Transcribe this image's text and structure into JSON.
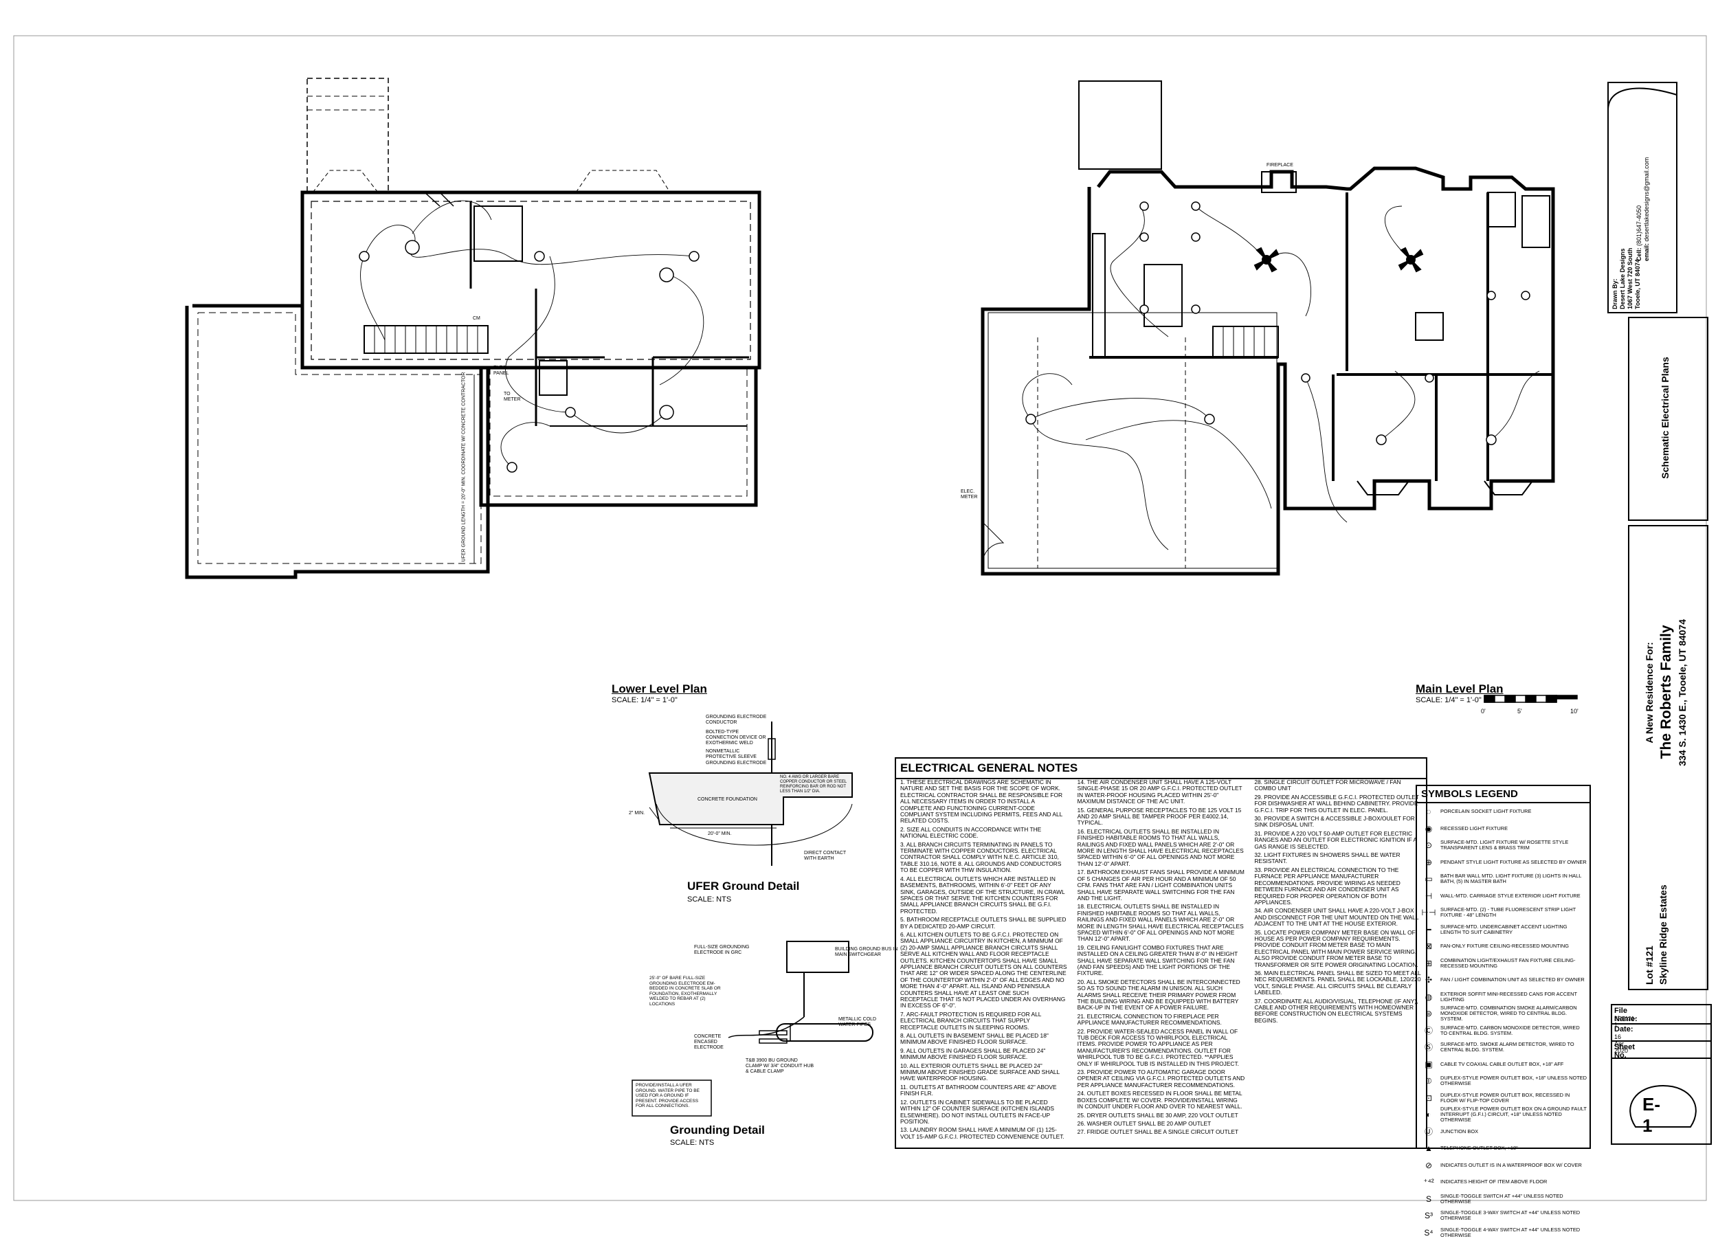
{
  "titles": {
    "lower_plan": "Lower Level Plan",
    "lower_scale": "SCALE:  1/4\" = 1'-0\"",
    "main_plan": "Main Level Plan",
    "main_scale": "SCALE:  1/4\" = 1'-0\"",
    "ufer": "UFER Ground Detail",
    "ufer_scale": "SCALE:   NTS",
    "grounding": "Grounding Detail",
    "grounding_scale": "SCALE:   NTS",
    "scalebar": [
      "0'",
      "5'",
      "10'"
    ]
  },
  "plan_labels": {
    "fireplace": "FIREPLACE",
    "elec_meter": "ELEC. METER",
    "elec_panel": "ELEC. PANEL",
    "ufer_note": "UFER GROUND LENGTH = 20'-0\" MIN.  COORDINATE W/ CONCRETE CONTRACTOR",
    "to_meter": "TO METER",
    "cm": "CM"
  },
  "ufer_labels": {
    "grounding_electrode_conductor": "GROUNDING ELECTRODE CONDUCTOR",
    "bolted_type": "BOLTED-TYPE CONNECTION DEVICE OR EXOTHERMIC WELD",
    "protective_sleeve": "NONMETALLIC PROTECTIVE SLEEVE",
    "grounding_electrode": "GROUNDING ELECTRODE",
    "concrete_foundation": "CONCRETE FOUNDATION",
    "no4": "NO. 4 AWG OR LARGER BARE COPPER CONDUCTOR OR STEEL REINFORCING BAR OR ROD NOT LESS THAN 1/2\" DIA.",
    "min2": "2\" MIN.",
    "min20": "20'-0\" MIN.",
    "direct_contact": "DIRECT CONTACT WITH EARTH"
  },
  "grounding_labels": {
    "full_size": "FULL-SIZE GROUNDING ELECTRODE IN GRC",
    "ground_bus": "BUILDING GROUND BUS IN MAIN SWITCHGEAR",
    "bare_copper": "25'-0\" OF BARE FULL-SIZE GROUNDING ELECTRODE EM-BEDDED IN CONCRETE SLAB OR FOUNDATION, EXOTHERMALLY WELDED TO REBAR AT (2) LOCATIONS",
    "concrete_encased": "CONCRETE ENCASED ELECTRODE",
    "metallic_pipe": "METALLIC COLD WATER PIPES",
    "clamp": "T&B 3900 BU GROUND CLAMP W/ 3/4\" CONDUIT HUB & CABLE CLAMP",
    "provide_ufer": "PROVIDE/INSTALL A UFER GROUND.  WATER PIPE TO BE USED FOR A GROUND IF PRESENT.  PROVIDE ACCESS FOR ALL CONNECTIONS."
  },
  "notes": {
    "title": "ELECTRICAL GENERAL NOTES",
    "items": [
      "1. THESE ELECTRICAL DRAWINGS ARE SCHEMATIC IN NATURE AND SET THE BASIS FOR THE SCOPE OF WORK. ELECTRICAL CONTRACTOR SHALL BE RESPONSIBLE FOR ALL NECESSARY ITEMS IN ORDER TO INSTALL A COMPLETE AND FUNCTIONING CURRENT-CODE COMPLIANT SYSTEM INCLUDING PERMITS, FEES AND ALL RELATED COSTS.",
      "2. SIZE ALL CONDUITS IN ACCORDANCE WITH THE NATIONAL ELECTRIC CODE.",
      "3. ALL BRANCH CIRCUITS TERMINATING IN PANELS TO TERMINATE WITH COPPER CONDUCTORS. ELECTRICAL CONTRACTOR SHALL COMPLY WITH N.E.C. ARTICLE 310, TABLE 310.16, NOTE 8. ALL GROUNDS AND CONDUCTORS TO BE COPPER WITH THW INSULATION.",
      "4. ALL ELECTRICAL OUTLETS WHICH ARE INSTALLED IN BASEMENTS, BATHROOMS, WITHIN 6'-0\" FEET OF ANY SINK, GARAGES, OUTSIDE OF THE STRUCTURE, IN CRAWL SPACES OR THAT SERVE THE KITCHEN COUNTERS FOR SMALL APPLIANCE BRANCH CIRCUITS SHALL BE G.F.I. PROTECTED.",
      "5. BATHROOM RECEPTACLE OUTLETS SHALL BE SUPPLIED BY A DEDICATED 20-AMP CIRCUIT.",
      "6. ALL KITCHEN OUTLETS TO BE G.F.C.I. PROTECTED ON SMALL APPLIANCE CIRCUITRY IN KITCHEN, A MINIMUM OF (2) 20-AMP SMALL APPLIANCE BRANCH CIRCUITS SHALL SERVE ALL KITCHEN WALL AND FLOOR RECEPTACLE OUTLETS. KITCHEN COUNTERTOPS SHALL HAVE SMALL APPLIANCE BRANCH CIRCUIT OUTLETS ON ALL COUNTERS THAT ARE 12\" OR WIDER SPACED ALONG THE CENTERLINE OF THE COUNTERTOP WITHIN 2'-0\" OF ALL EDGES AND NO MORE THAN 4'-0\" APART. ALL ISLAND AND PENINSULA COUNTERS SHALL HAVE AT LEAST ONE SUCH RECEPTACLE THAT IS NOT PLACED UNDER AN OVERHANG IN EXCESS OF 6\"-0\".",
      "7. ARC-FAULT PROTECTION IS REQUIRED FOR ALL ELECTRICAL BRANCH CIRCUITS THAT SUPPLY RECEPTACLE OUTLETS IN SLEEPING ROOMS.",
      "8. ALL OUTLETS IN BASEMENT SHALL BE PLACED 18\" MINIMUM ABOVE FINISHED FLOOR SURFACE.",
      "9. ALL OUTLETS IN GARAGES SHALL BE PLACED 24\" MINIMUM ABOVE FINISHED FLOOR SURFACE.",
      "10. ALL EXTERIOR OUTLETS SHALL BE PLACED 24\" MINIMUM ABOVE FINISHED GRADE SURFACE AND SHALL HAVE WATERPROOF HOUSING.",
      "11. OUTLETS AT BATHROOM COUNTERS ARE 42\" ABOVE FINISH FLR.",
      "12. OUTLETS IN CABINET SIDEWALLS TO BE PLACED WITHIN 12\" OF COUNTER SURFACE (KITCHEN ISLANDS ELSEWHERE). DO NOT INSTALL OUTLETS IN FACE-UP POSITION.",
      "13. LAUNDRY ROOM SHALL HAVE A MINIMUM OF (1) 125-VOLT 15-AMP G.F.C.I. PROTECTED CONVENIENCE OUTLET.",
      "14. THE AIR CONDENSER UNIT SHALL HAVE A 125-VOLT SINGLE-PHASE 15 OR 20 AMP G.F.C.I. PROTECTED OUTLET IN WATER-PROOF HOUSING PLACED WITHIN 25'-0\" MAXIMUM DISTANCE OF THE A/C UNIT.",
      "15. GENERAL PURPOSE RECEPTACLES TO BE 125 VOLT 15 AND 20 AMP SHALL BE TAMPER PROOF PER E4002.14, TYPICAL.",
      "16. ELECTRICAL OUTLETS SHALL BE INSTALLED IN FINISHED HABITABLE ROOMS TO THAT ALL WALLS, RAILINGS AND FIXED WALL PANELS WHICH ARE 2'-0\" OR MORE IN LENGTH SHALL HAVE ELECTRICAL RECEPTACLES SPACED WITHIN 6'-0\" OF ALL OPENINGS AND NOT MORE THAN 12'-0\" APART.",
      "17. BATHROOM EXHAUST FANS SHALL PROVIDE A MINIMUM OF 5 CHANGES OF AIR PER HOUR AND A MINIMUM OF 50 CFM. FANS THAT ARE FAN / LIGHT COMBINATION UNITS SHALL HAVE SEPARATE WALL SWITCHING FOR THE FAN AND THE LIGHT.",
      "18. ELECTRICAL OUTLETS SHALL BE INSTALLED IN FINISHED HABITABLE ROOMS SO THAT ALL WALLS, RAILINGS AND FIXED WALL PANELS WHICH ARE 2'-0\" OR MORE IN LENGTH SHALL HAVE ELECTRICAL RECEPTACLES SPACED WITHIN 6'-0\" OF ALL OPENINGS AND NOT MORE THAN 12'-0\" APART.",
      "19. CEILING FAN/LIGHT COMBO FIXTURES THAT ARE INSTALLED ON A CEILING GREATER THAN 8'-0\" IN HEIGHT SHALL HAVE SEPARATE WALL SWITCHING FOR THE FAN (AND FAN SPEEDS) AND THE LIGHT PORTIONS OF THE FIXTURE.",
      "20. ALL SMOKE DETECTORS SHALL BE INTERCONNECTED SO AS TO SOUND THE ALARM IN UNISON. ALL SUCH ALARMS SHALL RECEIVE THEIR PRIMARY POWER FROM THE BUILDING WIRING AND BE EQUIPPED WITH BATTERY BACK-UP IN THE EVENT OF A POWER FAILURE.",
      "21. ELECTRICAL CONNECTION TO FIREPLACE PER APPLIANCE MANUFACTURER RECOMMENDATIONS.",
      "22. PROVIDE WATER-SEALED ACCESS PANEL IN WALL OF TUB DECK FOR ACCESS TO WHIRLPOOL ELECTRICAL ITEMS. PROVIDE POWER TO APPLIANCE AS PER MANUFACTURER'S RECOMMENDATIONS. OUTLET FOR WHIRLPOOL TUB TO BE G.F.C.I. PROTECTED. **APPLIES ONLY IF WHIRLPOOL TUB IS INSTALLED IN THIS PROJECT.",
      "23. PROVIDE POWER TO AUTOMATIC GARAGE DOOR OPENER AT CEILING VIA G.F.C.I. PROTECTED OUTLETS AND PER APPLIANCE MANUFACTURER RECOMMENDATIONS.",
      "24. OUTLET BOXES RECESSED IN FLOOR SHALL BE METAL BOXES COMPLETE W/ COVER. PROVIDE/INSTALL WIRING IN CONDUIT UNDER FLOOR AND OVER TO NEAREST WALL.",
      "25. DRYER OUTLETS SHALL BE 30 AMP, 220 VOLT OUTLET",
      "26. WASHER OUTLET SHALL BE 20 AMP OUTLET",
      "27. FRIDGE OUTLET SHALL BE A SINGLE CIRCUIT OUTLET",
      "28. SINGLE CIRCUIT OUTLET FOR MICROWAVE / FAN COMBO UNIT",
      "29. PROVIDE AN ACCESSIBLE G.F.C.I. PROTECTED OUTLET FOR DISHWASHER AT WALL BEHIND CABINETRY. PROVIDE G.F.C.I. TRIP FOR THIS OUTLET IN ELEC. PANEL.",
      "30. PROVIDE A SWITCH & ACCESSIBLE J-BOX/OULET FOR SINK DISPOSAL UNIT.",
      "31. PROVIDE A 220 VOLT 50-AMP OUTLET FOR ELECTRIC RANGES AND AN OUTLET FOR ELECTRONIC IGNITION IF A GAS RANGE IS SELECTED.",
      "32. LIGHT FIXTURES IN SHOWERS SHALL BE WATER RESISTANT.",
      "33. PROVIDE AN ELECTRICAL CONNECTION TO THE FURNACE PER APPLIANCE MANUFACTURER RECOMMENDATIONS. PROVIDE WIRING AS NEEDED BETWEEN FURNACE AND AIR CONDENSER UNIT AS REQUIRED FOR PROPER OPERATION OF BOTH APPLIANCES.",
      "34. AIR CONDENSER UNIT SHALL HAVE A 220-VOLT J-BOX AND DISCONNECT FOR THE UNIT MOUNTED ON THE WALL ADJACENT TO THE UNIT AT THE HOUSE EXTERIOR.",
      "35. LOCATE POWER COMPANY METER BASE ON WALL OF HOUSE AS PER POWER COMPANY REQUIREMENTS. PROVIDE CONDUIT FROM METER BASE TO MAIN ELECTRICAL PANEL WITH MAIN POWER SERVICE WIRING. ALSO PROVIDE CONDUIT FROM METER BASE TO TRANSFORMER OR SITE POWER ORIGINATING LOCATION.",
      "36. MAIN ELECTRICAL PANEL SHALL BE SIZED TO MEET ALL NEC REQUIREMENTS. PANEL SHALL BE LOCKABLE, 120/220 VOLT, SINGLE PHASE. ALL CIRCUITS SHALL BE CLEARLY LABELED.",
      "37. COORDINATE ALL AUDIO/VISUAL, TELEPHONE (IF ANY), CABLE AND OTHER REQUIREMENTS WITH HOMEOWNER BEFORE CONSTRUCTION ON ELECTRICAL SYSTEMS BEGINS."
    ]
  },
  "legend": {
    "title": "SYMBOLS LEGEND",
    "items": [
      {
        "icon": "porcelain-socket-icon",
        "glyph": "◌",
        "text": "PORCELAIN SOCKET LIGHT FIXTURE"
      },
      {
        "icon": "recessed-light-icon",
        "glyph": "◉",
        "text": "RECESSED LIGHT FIXTURE"
      },
      {
        "icon": "surface-light-icon",
        "glyph": "⊙",
        "text": "SURFACE-MTD. LIGHT FIXTURE W/ ROSETTE STYLE TRANSPARENT LENS & BRASS TRIM"
      },
      {
        "icon": "pendant-light-icon",
        "glyph": "⊕",
        "text": "PENDANT STYLE LIGHT FIXTURE AS SELECTED BY OWNER"
      },
      {
        "icon": "bath-bar-icon",
        "glyph": "▭",
        "text": "BATH BAR WALL MTD. LIGHT FIXTURE (3) LIGHTS IN HALL BATH, (5) IN MASTER BATH"
      },
      {
        "icon": "wall-carriage-icon",
        "glyph": "⊣",
        "text": "WALL-MTD. CARRIAGE STYLE EXTERIOR LIGHT FIXTURE"
      },
      {
        "icon": "fluorescent-strip-icon",
        "glyph": "⊢⊣",
        "text": "SURFACE-MTD. (2) - TUBE FLUORESCENT STRIP LIGHT FIXTURE - 48\" LENGTH"
      },
      {
        "icon": "undercabinet-icon",
        "glyph": "━",
        "text": "SURFACE-MTD. UNDERCABINET ACCENT LIGHTING LENGTH TO SUIT CABINETRY"
      },
      {
        "icon": "fan-only-icon",
        "glyph": "⊠",
        "text": "FAN-ONLY FIXTURE CEILING-RECESSED MOUNTING"
      },
      {
        "icon": "combo-fan-icon",
        "glyph": "⊞",
        "text": "COMBINATION LIGHT/EXHAUST FAN FIXTURE CEILING-RECESSED MOUNTING"
      },
      {
        "icon": "ceiling-fan-icon",
        "glyph": "✣",
        "text": "FAN / LIGHT COMBINATION UNIT AS SELECTED BY OWNER"
      },
      {
        "icon": "soffit-can-icon",
        "glyph": "◍",
        "text": "EXTERIOR SOFFIT MINI-RECESSED CANS FOR ACCENT LIGHTING"
      },
      {
        "icon": "smoke-co-icon",
        "glyph": "⊜",
        "text": "SURFACE-MTD. COMBINATION SMOKE ALARM/CARBON MONOXIDE DETECTOR, WIRED TO CENTRAL BLDG. SYSTEM."
      },
      {
        "icon": "co-detector-icon",
        "glyph": "Ⓒ",
        "text": "SURFACE-MTD. CARBON MONOXIDE DETECTOR, WIRED TO CENTRAL BLDG. SYSTEM."
      },
      {
        "icon": "smoke-alarm-icon",
        "glyph": "Ⓢ",
        "text": "SURFACE-MTD. SMOKE ALARM DETECTOR, WIRED TO CENTRAL BLDG. SYSTEM."
      },
      {
        "icon": "tv-outlet-icon",
        "glyph": "▣",
        "text": "CABLE TV COAXIAL CABLE OUTLET BOX, +18\" AFF"
      },
      {
        "icon": "duplex-outlet-icon",
        "glyph": "⦶",
        "text": "DUPLEX-STYLE POWER OUTLET BOX, +18\" UNLESS NOTED OTHERWISE"
      },
      {
        "icon": "floor-outlet-icon",
        "glyph": "⊡",
        "text": "DUPLEX-STYLE POWER OUTLET BOX, RECESSED IN FLOOR W/ FLIP-TOP COVER"
      },
      {
        "icon": "gfi-outlet-icon",
        "glyph": "◐",
        "text": "DUPLEX-STYLE POWER OUTLET BOX ON A GROUND FAULT INTERRUPT (G.F.I.) CIRCUIT, +18\" UNLESS NOTED OTHERWISE"
      },
      {
        "icon": "junction-box-icon",
        "glyph": "Ⓙ",
        "text": "JUNCTION BOX"
      },
      {
        "icon": "telephone-icon",
        "glyph": "▲",
        "text": "TELEPHONE OUTLET BOX, +18\""
      },
      {
        "icon": "waterproof-icon",
        "glyph": "⊘",
        "text": "INDICATES OUTLET IS IN A WATERPROOF BOX W/ COVER"
      },
      {
        "icon": "height-icon",
        "glyph": "⁺⁴²",
        "text": "INDICATES HEIGHT OF ITEM ABOVE FLOOR"
      },
      {
        "icon": "switch-single-icon",
        "glyph": "S",
        "text": "SINGLE-TOGGLE SWITCH AT +44\" UNLESS NOTED OTHERWISE"
      },
      {
        "icon": "switch-3way-icon",
        "glyph": "S³",
        "text": "SINGLE-TOGGLE 3-WAY SWITCH AT +44\" UNLESS NOTED OTHERWISE"
      },
      {
        "icon": "switch-4way-icon",
        "glyph": "S⁴",
        "text": "SINGLE-TOGGLE 4-WAY SWITCH AT +44\" UNLESS NOTED OTHERWISE"
      }
    ]
  },
  "title_block": {
    "drawn_by_label": "Drawn By:",
    "company": "Desert Lake Designs",
    "address1": "1067 West 720 South",
    "address2": "Tooele, UT 84074",
    "cell_label": "Cell:",
    "cell": "(801)647-4050",
    "email_label": "email:",
    "email": "desertlakedesigns@gmail.com",
    "sheet_title": "Schematic Electrical Plans",
    "residence_for": "A New Residence For:",
    "family": "The Roberts Family",
    "site_address": "334 S. 1430 E., Tooele, UT 84074",
    "lot": "Lot #121",
    "subdivision": "Skyline Ridge Estates",
    "file_label": "File Name:",
    "file": "SRT121-1",
    "date_label": "Date:",
    "date": "16 Apr. 2020",
    "sheet_label": "Sheet No.",
    "sheet": "E-1"
  }
}
